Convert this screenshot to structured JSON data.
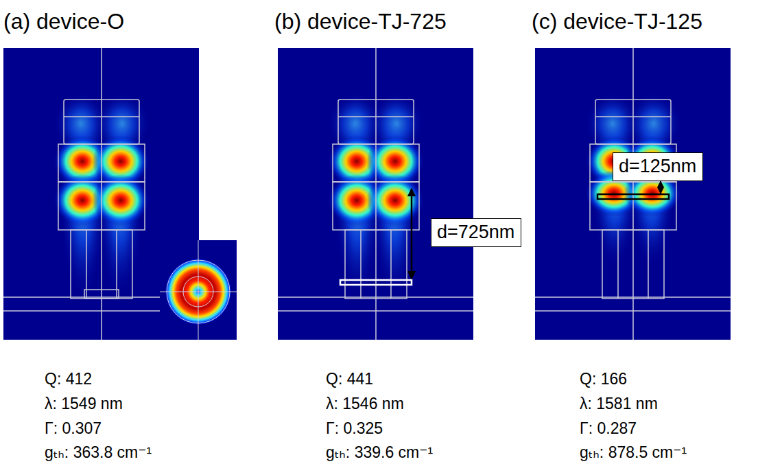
{
  "diagram": {
    "nodes": [
      {
        "text": [
          "d=725nm"
        ]
      },
      {
        "text": [
          "d=125nm"
        ]
      }
    ],
    "labels": [
      "(a) device-O",
      "(b) device-TJ-725",
      "(c) device-TJ-125",
      "Q: 412",
      "λ: 1549 nm",
      "Γ: 0.307",
      "gₜₕ: 363.8 cm⁻¹",
      "Q: 441",
      "λ: 1546 nm",
      "Γ: 0.325",
      "gₜₕ: 339.6 cm⁻¹",
      "Q: 166",
      "λ: 1581 nm",
      "Γ: 0.287",
      "gₜₕ: 878.5 cm⁻¹"
    ]
  }
}
